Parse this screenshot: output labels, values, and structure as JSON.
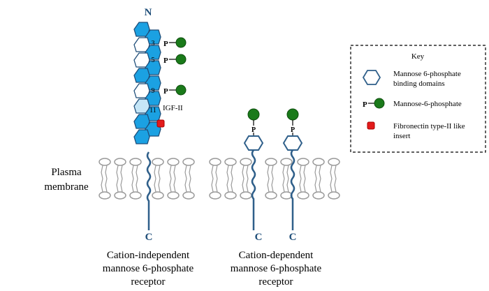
{
  "receptors": {
    "ci": {
      "n_terminus": "N",
      "c_terminus": "C",
      "domain_numbers": [
        "3",
        "5",
        "9",
        "11"
      ],
      "phosphate_label": "P",
      "igf_label": "IGF-II",
      "title_lines": [
        "Cation-independent",
        "mannose 6-phosphate",
        "receptor"
      ]
    },
    "cd": {
      "phosphate_label": "P",
      "c_terminus": "C",
      "title_lines": [
        "Cation-dependent",
        "mannose 6-phosphate",
        "receptor"
      ]
    }
  },
  "membrane_label": [
    "Plasma",
    "membrane"
  ],
  "key": {
    "title": "Key",
    "items": [
      {
        "icon": "hexagon-outline-icon",
        "lines": [
          "Mannose 6-phosphate",
          "binding domains"
        ]
      },
      {
        "icon": "phosphate-green-circle-icon",
        "prefix": "P",
        "lines": [
          "Mannose-6-phosphate"
        ]
      },
      {
        "icon": "red-square-icon",
        "lines": [
          "Fibronectin type-II like",
          "insert"
        ]
      }
    ]
  },
  "colors": {
    "domain_fill": "#1ba1e2",
    "domain_light_fill": "#c5e6f7",
    "domain_stroke": "#1f4e79",
    "stalk": "#2f5f8a",
    "phosphate_green": "#1a7a1a",
    "fibronectin_red": "#e31b1b",
    "lipid_gray": "#9a9a9a",
    "label_blue": "#1f4e79"
  }
}
